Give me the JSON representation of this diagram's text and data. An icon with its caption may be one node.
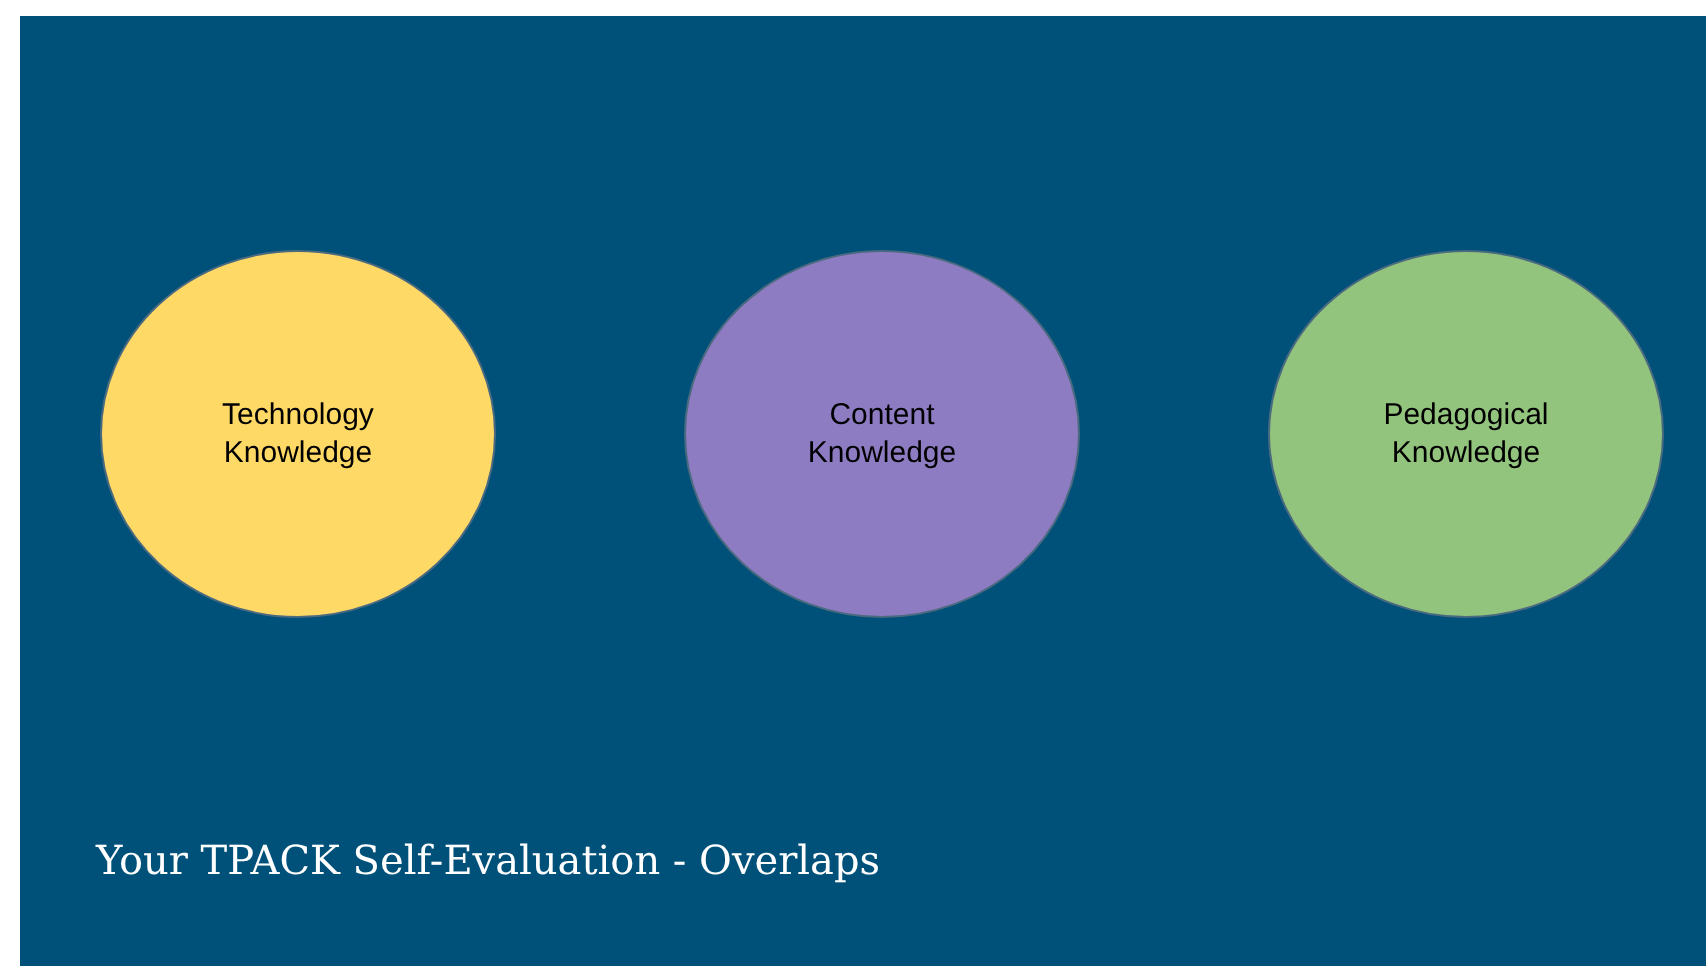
{
  "diagram": {
    "title": "Your TPACK Self-Evaluation - Overlaps",
    "nodes": [
      {
        "text": [
          "Technology Knowledge"
        ]
      },
      {
        "text": [
          "Content Knowledge"
        ]
      },
      {
        "text": [
          "Pedagogical Knowledge"
        ]
      }
    ]
  }
}
